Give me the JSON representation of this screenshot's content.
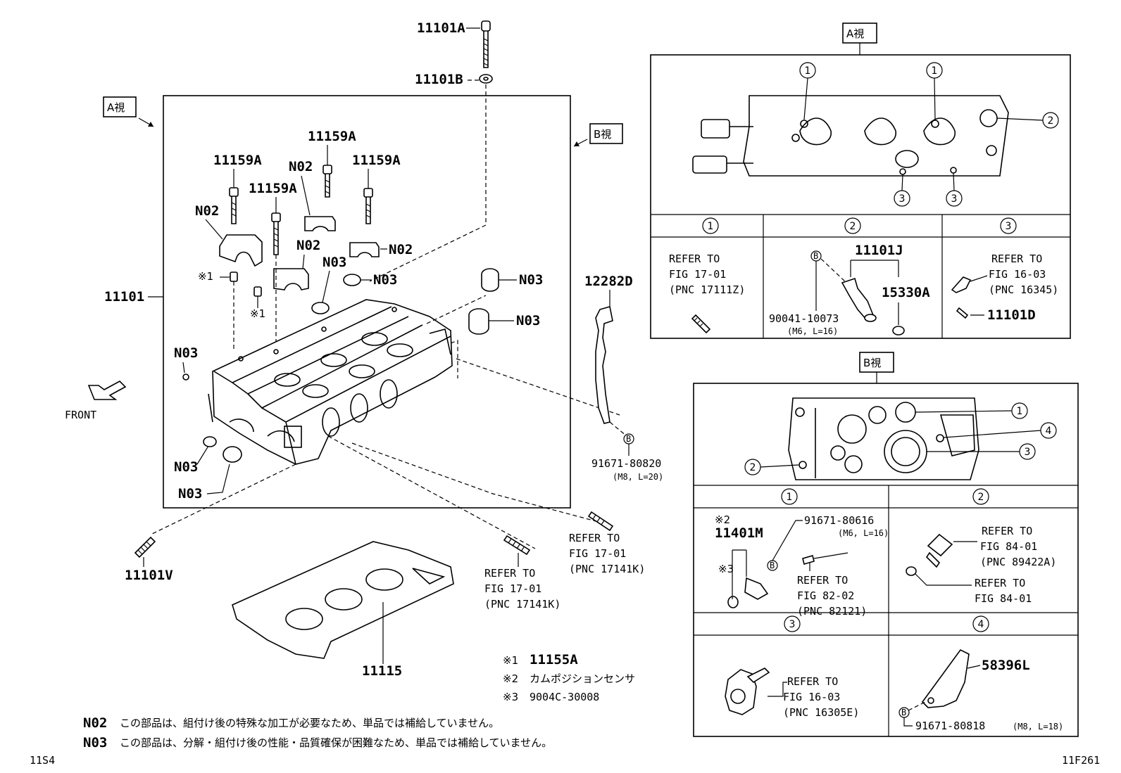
{
  "main": {
    "view_a_tag": "A視",
    "view_b_tag": "B視",
    "front": "FRONT",
    "labels": {
      "p11101A": "11101A",
      "p11101B": "11101B",
      "p11101": "11101",
      "p11159A": "11159A",
      "p12282D": "12282D",
      "p11101V": "11101V",
      "p11115": "11115",
      "n02": "N02",
      "n03": "N03",
      "note1": "※1",
      "bolt_91671_80820": "91671-80820",
      "bolt_91671_80820_spec": "(M8, L=20)",
      "refer_stud_1": "REFER TO",
      "refer_stud_2": "FIG 17-01",
      "refer_stud_3": "(PNC 17141K)",
      "b_marker": "B"
    }
  },
  "view_a": {
    "title": "A視",
    "callouts": [
      "1",
      "1",
      "2",
      "3",
      "3"
    ],
    "cells": [
      {
        "num": "1",
        "lines": [
          "REFER TO",
          "FIG 17-01",
          "(PNC 17111Z)"
        ]
      },
      {
        "num": "2",
        "part": "11101J",
        "part2": "15330A",
        "bolt": "90041-10073",
        "bolt_spec": "(M6, L=16)",
        "marker": "B"
      },
      {
        "num": "3",
        "lines": [
          "REFER TO",
          "FIG 16-03",
          "(PNC 16345)"
        ],
        "part": "11101D"
      }
    ]
  },
  "view_b": {
    "title": "B視",
    "callouts": [
      "1",
      "4",
      "3",
      "2"
    ],
    "cells": [
      {
        "num": "1",
        "note": "※2",
        "part": "11401M",
        "note3": "※3",
        "bolt": "91671-80616",
        "bolt_spec": "(M6, L=16)",
        "marker": "B",
        "lines": [
          "REFER TO",
          "FIG 82-02",
          "(PNC 82121)"
        ]
      },
      {
        "num": "2",
        "lines": [
          "REFER TO",
          "FIG 84-01",
          "(PNC 89422A)"
        ],
        "lines2": [
          "REFER TO",
          "FIG 84-01"
        ]
      },
      {
        "num": "3",
        "lines": [
          "REFER TO",
          "FIG 16-03",
          "(PNC 16305E)"
        ]
      },
      {
        "num": "4",
        "part": "58396L",
        "bolt": "91671-80818",
        "bolt_spec": "(M8, L=18)",
        "marker": "B"
      }
    ]
  },
  "legend": {
    "rows": [
      {
        "mark": "※1",
        "text": "11155A"
      },
      {
        "mark": "※2",
        "text": "カムポジションセンサ"
      },
      {
        "mark": "※3",
        "text": "9004C-30008"
      }
    ]
  },
  "notes": {
    "n02_code": "N02",
    "n02_text": "この部品は、組付け後の特殊な加工が必要なため、単品では補給していません。",
    "n03_code": "N03",
    "n03_text": "この部品は、分解・組付け後の性能・品質確保が困難なため、単品では補給していません。"
  },
  "footer": {
    "left": "11S4",
    "right": "11F261"
  }
}
